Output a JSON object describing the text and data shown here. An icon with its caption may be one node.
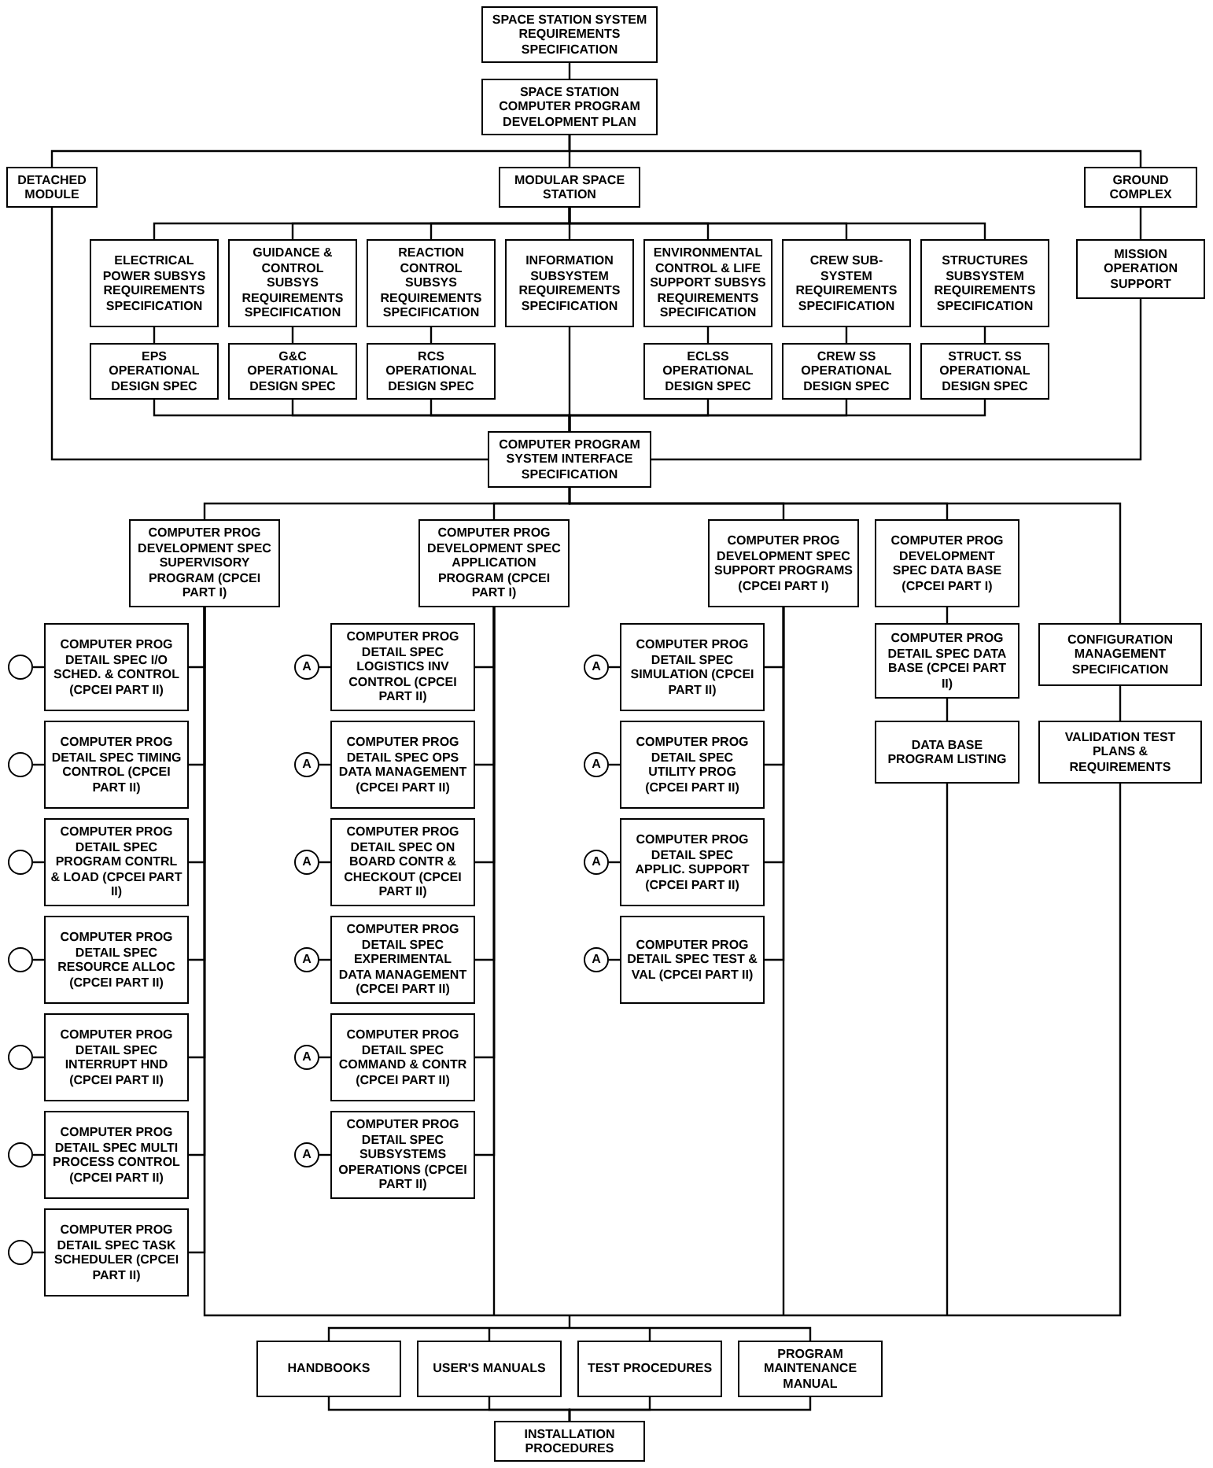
{
  "diagram": {
    "nodes": [
      {
        "text": [
          "SPACE STATION SYSTEM REQUIREMENTS SPECIFICATION"
        ]
      },
      {
        "text": [
          "SPACE STATION COMPUTER PROGRAM DEVELOPMENT PLAN"
        ]
      },
      {
        "text": [
          "DETACHED MODULE"
        ]
      },
      {
        "text": [
          "MODULAR SPACE STATION"
        ]
      },
      {
        "text": [
          "GROUND COMPLEX"
        ]
      },
      {
        "text": [
          "ELECTRICAL POWER SUBSYS REQUIREMENTS SPECIFICATION"
        ]
      },
      {
        "text": [
          "GUIDANCE & CONTROL SUBSYS REQUIREMENTS SPECIFICATION"
        ]
      },
      {
        "text": [
          "REACTION CONTROL SUBSYS REQUIREMENTS SPECIFICATION"
        ]
      },
      {
        "text": [
          "INFORMATION SUBSYSTEM REQUIREMENTS SPECIFICATION"
        ]
      },
      {
        "text": [
          "ENVIRONMENTAL CONTROL & LIFE SUPPORT SUBSYS REQUIREMENTS SPECIFICATION"
        ]
      },
      {
        "text": [
          "CREW SUB-SYSTEM REQUIREMENTS SPECIFICATION"
        ]
      },
      {
        "text": [
          "STRUCTURES SUBSYSTEM REQUIREMENTS SPECIFICATION"
        ]
      },
      {
        "text": [
          "MISSION OPERATION SUPPORT"
        ]
      },
      {
        "text": [
          "EPS OPERATIONAL DESIGN SPEC"
        ]
      },
      {
        "text": [
          "G&C OPERATIONAL DESIGN SPEC"
        ]
      },
      {
        "text": [
          "RCS OPERATIONAL DESIGN SPEC"
        ]
      },
      {
        "text": [
          "ECLSS OPERATIONAL DESIGN SPEC"
        ]
      },
      {
        "text": [
          "CREW SS OPERATIONAL DESIGN SPEC"
        ]
      },
      {
        "text": [
          "STRUCT. SS OPERATIONAL DESIGN SPEC"
        ]
      },
      {
        "text": [
          "COMPUTER PROGRAM SYSTEM INTERFACE SPECIFICATION"
        ]
      },
      {
        "text": [
          "COMPUTER PROG DEVELOPMENT SPEC SUPERVISORY PROGRAM (CPCEI PART I)"
        ]
      },
      {
        "text": [
          "COMPUTER PROG DEVELOPMENT SPEC APPLICATION PROGRAM (CPCEI PART I)"
        ]
      },
      {
        "text": [
          "COMPUTER PROG DEVELOPMENT SPEC SUPPORT PROGRAMS (CPCEI PART I)"
        ]
      },
      {
        "text": [
          "COMPUTER PROG DEVELOPMENT SPEC DATA BASE (CPCEI PART I)"
        ]
      },
      {
        "text": [],
        "shape": "circle"
      },
      {
        "text": [
          "COMPUTER PROG DETAIL SPEC I/O SCHED. & CONTROL (CPCEI PART II)"
        ]
      },
      {
        "text": [
          "A"
        ]
      },
      {
        "text": [
          "COMPUTER PROG DETAIL SPEC LOGISTICS INV CONTROL (CPCEI PART II)"
        ]
      },
      {
        "text": [
          "A"
        ]
      },
      {
        "text": [
          "COMPUTER PROG DETAIL SPEC SIMULATION (CPCEI PART II)"
        ]
      },
      {
        "text": [
          "COMPUTER PROG DETAIL SPEC DATA BASE (CPCEI PART II)"
        ]
      },
      {
        "text": [
          "CONFIGURATION MANAGEMENT SPECIFICATION"
        ]
      },
      {
        "text": [],
        "shape": "circle"
      },
      {
        "text": [
          "COMPUTER PROG DETAIL SPEC TIMING CONTROL (CPCEI PART II)"
        ]
      },
      {
        "text": [
          "A"
        ]
      },
      {
        "text": [
          "COMPUTER PROG DETAIL SPEC OPS DATA MANAGEMENT (CPCEI PART II)"
        ]
      },
      {
        "text": [
          "A"
        ]
      },
      {
        "text": [
          "COMPUTER PROG DETAIL SPEC UTILITY PROG (CPCEI PART II)"
        ]
      },
      {
        "text": [
          "DATA BASE PROGRAM LISTING"
        ]
      },
      {
        "text": [
          "VALIDATION TEST PLANS & REQUIREMENTS"
        ]
      },
      {
        "text": [],
        "shape": "circle"
      },
      {
        "text": [
          "COMPUTER PROG DETAIL SPEC PROGRAM CONTRL & LOAD (CPCEI PART II)"
        ]
      },
      {
        "text": [
          "A"
        ]
      },
      {
        "text": [
          "COMPUTER PROG DETAIL SPEC ON BOARD CONTR & CHECKOUT (CPCEI PART II)"
        ]
      },
      {
        "text": [
          "A"
        ]
      },
      {
        "text": [
          "COMPUTER PROG DETAIL SPEC APPLIC. SUPPORT (CPCEI PART II)"
        ]
      },
      {
        "text": [],
        "shape": "circle"
      },
      {
        "text": [
          "COMPUTER PROG DETAIL SPEC RESOURCE ALLOC (CPCEI PART II)"
        ]
      },
      {
        "text": [
          "A"
        ]
      },
      {
        "text": [
          "COMPUTER PROG DETAIL SPEC EXPERIMENTAL DATA MANAGEMENT (CPCEI PART II)"
        ]
      },
      {
        "text": [
          "A"
        ]
      },
      {
        "text": [
          "COMPUTER PROG DETAIL SPEC TEST & VAL (CPCEI PART II)"
        ]
      },
      {
        "text": [],
        "shape": "circle"
      },
      {
        "text": [
          "COMPUTER PROG DETAIL SPEC INTERRUPT HND (CPCEI PART II)"
        ]
      },
      {
        "text": [
          "A"
        ]
      },
      {
        "text": [
          "COMPUTER PROG DETAIL SPEC COMMAND & CONTR (CPCEI PART II)"
        ]
      },
      {
        "text": [],
        "shape": "circle"
      },
      {
        "text": [
          "COMPUTER PROG DETAIL SPEC MULTI PROCESS CONTROL (CPCEI PART II)"
        ]
      },
      {
        "text": [
          "A"
        ]
      },
      {
        "text": [
          "COMPUTER PROG DETAIL SPEC SUBSYSTEMS OPERATIONS (CPCEI PART II)"
        ]
      },
      {
        "text": [],
        "shape": "circle"
      },
      {
        "text": [
          "COMPUTER PROG DETAIL SPEC TASK SCHEDULER (CPCEI PART II)"
        ]
      },
      {
        "text": [
          "HANDBOOKS"
        ]
      },
      {
        "text": [
          "USER'S MANUALS"
        ]
      },
      {
        "text": [
          "TEST PROCEDURES"
        ]
      },
      {
        "text": [
          "PROGRAM MAINTENANCE MANUAL"
        ]
      },
      {
        "text": [
          "INSTALLATION PROCEDURES"
        ]
      }
    ],
    "edges": [
      {
        "from": 0,
        "to": 1,
        "arrow": "none"
      },
      {
        "from": 1,
        "to": 2,
        "arrow": "none"
      },
      {
        "from": 1,
        "to": 3,
        "arrow": "none"
      },
      {
        "from": 1,
        "to": 4,
        "arrow": "none"
      },
      {
        "from": 3,
        "to": 5,
        "arrow": "none"
      },
      {
        "from": 3,
        "to": 6,
        "arrow": "none"
      },
      {
        "from": 3,
        "to": 7,
        "arrow": "none"
      },
      {
        "from": 3,
        "to": 8,
        "arrow": "none"
      },
      {
        "from": 3,
        "to": 9,
        "arrow": "none"
      },
      {
        "from": 3,
        "to": 10,
        "arrow": "none"
      },
      {
        "from": 3,
        "to": 11,
        "arrow": "none"
      },
      {
        "from": 4,
        "to": 12,
        "arrow": "none"
      },
      {
        "from": 5,
        "to": 13,
        "arrow": "none"
      },
      {
        "from": 6,
        "to": 14,
        "arrow": "none"
      },
      {
        "from": 7,
        "to": 15,
        "arrow": "none"
      },
      {
        "from": 9,
        "to": 16,
        "arrow": "none"
      },
      {
        "from": 10,
        "to": 17,
        "arrow": "none"
      },
      {
        "from": 11,
        "to": 18,
        "arrow": "none"
      },
      {
        "from": 13,
        "to": 19,
        "arrow": "none"
      },
      {
        "from": 14,
        "to": 19,
        "arrow": "none"
      },
      {
        "from": 15,
        "to": 19,
        "arrow": "none"
      },
      {
        "from": 8,
        "to": 19,
        "arrow": "none"
      },
      {
        "from": 16,
        "to": 19,
        "arrow": "none"
      },
      {
        "from": 17,
        "to": 19,
        "arrow": "none"
      },
      {
        "from": 18,
        "to": 19,
        "arrow": "none"
      },
      {
        "from": 2,
        "to": 19,
        "arrow": "none"
      },
      {
        "from": 12,
        "to": 19,
        "arrow": "none"
      },
      {
        "from": 19,
        "to": 20,
        "arrow": "none"
      },
      {
        "from": 19,
        "to": 21,
        "arrow": "none"
      },
      {
        "from": 19,
        "to": 22,
        "arrow": "none"
      },
      {
        "from": 19,
        "to": 23,
        "arrow": "none"
      },
      {
        "from": 19,
        "to": 31,
        "arrow": "none"
      },
      {
        "from": 20,
        "to": 25,
        "arrow": "none"
      },
      {
        "from": 20,
        "to": 33,
        "arrow": "none"
      },
      {
        "from": 20,
        "to": 41,
        "arrow": "none"
      },
      {
        "from": 20,
        "to": 47,
        "arrow": "none"
      },
      {
        "from": 20,
        "to": 53,
        "arrow": "none"
      },
      {
        "from": 20,
        "to": 57,
        "arrow": "none"
      },
      {
        "from": 20,
        "to": 61,
        "arrow": "none"
      },
      {
        "from": 21,
        "to": 27,
        "arrow": "none"
      },
      {
        "from": 21,
        "to": 35,
        "arrow": "none"
      },
      {
        "from": 21,
        "to": 43,
        "arrow": "none"
      },
      {
        "from": 21,
        "to": 49,
        "arrow": "none"
      },
      {
        "from": 21,
        "to": 55,
        "arrow": "none"
      },
      {
        "from": 21,
        "to": 59,
        "arrow": "none"
      },
      {
        "from": 22,
        "to": 29,
        "arrow": "none"
      },
      {
        "from": 22,
        "to": 37,
        "arrow": "none"
      },
      {
        "from": 22,
        "to": 45,
        "arrow": "none"
      },
      {
        "from": 22,
        "to": 51,
        "arrow": "none"
      },
      {
        "from": 23,
        "to": 30,
        "arrow": "none"
      },
      {
        "from": 30,
        "to": 38,
        "arrow": "none"
      },
      {
        "from": 31,
        "to": 39,
        "arrow": "none"
      },
      {
        "from": 24,
        "to": 25,
        "arrow": "none"
      },
      {
        "from": 26,
        "to": 27,
        "arrow": "none"
      },
      {
        "from": 28,
        "to": 29,
        "arrow": "none"
      },
      {
        "from": 32,
        "to": 33,
        "arrow": "none"
      },
      {
        "from": 34,
        "to": 35,
        "arrow": "none"
      },
      {
        "from": 36,
        "to": 37,
        "arrow": "none"
      },
      {
        "from": 40,
        "to": 41,
        "arrow": "none"
      },
      {
        "from": 42,
        "to": 43,
        "arrow": "none"
      },
      {
        "from": 44,
        "to": 45,
        "arrow": "none"
      },
      {
        "from": 46,
        "to": 47,
        "arrow": "none"
      },
      {
        "from": 48,
        "to": 49,
        "arrow": "none"
      },
      {
        "from": 50,
        "to": 51,
        "arrow": "none"
      },
      {
        "from": 52,
        "to": 53,
        "arrow": "none"
      },
      {
        "from": 54,
        "to": 55,
        "arrow": "none"
      },
      {
        "from": 56,
        "to": 57,
        "arrow": "none"
      },
      {
        "from": 58,
        "to": 59,
        "arrow": "none"
      },
      {
        "from": 60,
        "to": 61,
        "arrow": "none"
      },
      {
        "from": 20,
        "to": 62,
        "arrow": "none"
      },
      {
        "from": 20,
        "to": 63,
        "arrow": "none"
      },
      {
        "from": 20,
        "to": 64,
        "arrow": "none"
      },
      {
        "from": 20,
        "to": 65,
        "arrow": "none"
      },
      {
        "from": 21,
        "to": 62,
        "arrow": "none"
      },
      {
        "from": 21,
        "to": 63,
        "arrow": "none"
      },
      {
        "from": 21,
        "to": 64,
        "arrow": "none"
      },
      {
        "from": 21,
        "to": 65,
        "arrow": "none"
      },
      {
        "from": 22,
        "to": 62,
        "arrow": "none"
      },
      {
        "from": 22,
        "to": 63,
        "arrow": "none"
      },
      {
        "from": 22,
        "to": 64,
        "arrow": "none"
      },
      {
        "from": 22,
        "to": 65,
        "arrow": "none"
      },
      {
        "from": 38,
        "to": 62,
        "arrow": "none"
      },
      {
        "from": 38,
        "to": 63,
        "arrow": "none"
      },
      {
        "from": 38,
        "to": 64,
        "arrow": "none"
      },
      {
        "from": 38,
        "to": 65,
        "arrow": "none"
      },
      {
        "from": 39,
        "to": 62,
        "arrow": "none"
      },
      {
        "from": 39,
        "to": 63,
        "arrow": "none"
      },
      {
        "from": 39,
        "to": 64,
        "arrow": "none"
      },
      {
        "from": 39,
        "to": 65,
        "arrow": "none"
      },
      {
        "from": 62,
        "to": 66,
        "arrow": "none"
      },
      {
        "from": 63,
        "to": 66,
        "arrow": "none"
      },
      {
        "from": 64,
        "to": 66,
        "arrow": "none"
      },
      {
        "from": 65,
        "to": 66,
        "arrow": "none"
      }
    ]
  }
}
